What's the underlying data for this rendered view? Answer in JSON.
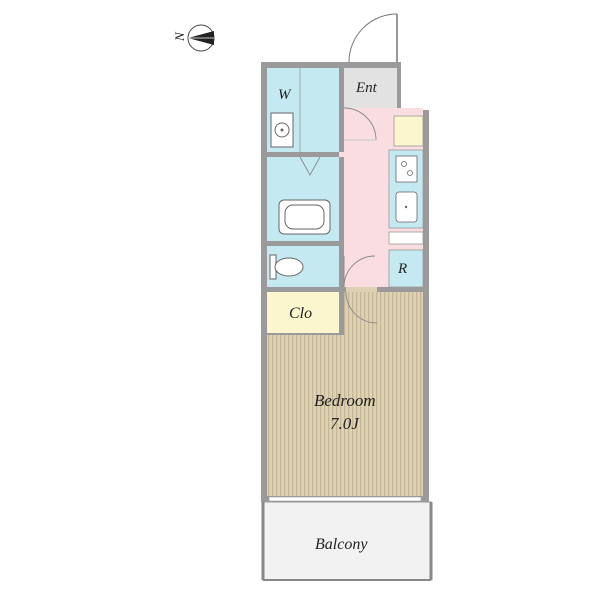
{
  "compass": {
    "label": "N",
    "icon": "compass-north-arrow-icon"
  },
  "rooms": {
    "entrance": {
      "label": "Ent"
    },
    "washer": {
      "label": "W"
    },
    "refrigerator": {
      "label": "R"
    },
    "closet": {
      "label": "Clo"
    },
    "bedroom": {
      "label": "Bedroom",
      "size": "7.0J"
    },
    "balcony": {
      "label": "Balcony"
    }
  },
  "colors": {
    "wall": "#9a9a9a",
    "wet_area": "#c4e9f1",
    "hallway": "#f9dde1",
    "closet": "#fbf6cd",
    "entrance": "#e2e2e2",
    "floor_wood": "#ddd3b4",
    "floor_stripe": "#c6b897",
    "balcony": "#f2f2f2"
  },
  "fixtures": [
    "washbasin-icon",
    "bathtub-icon",
    "toilet-icon",
    "kitchen-stove-icon",
    "kitchen-sink-icon"
  ]
}
